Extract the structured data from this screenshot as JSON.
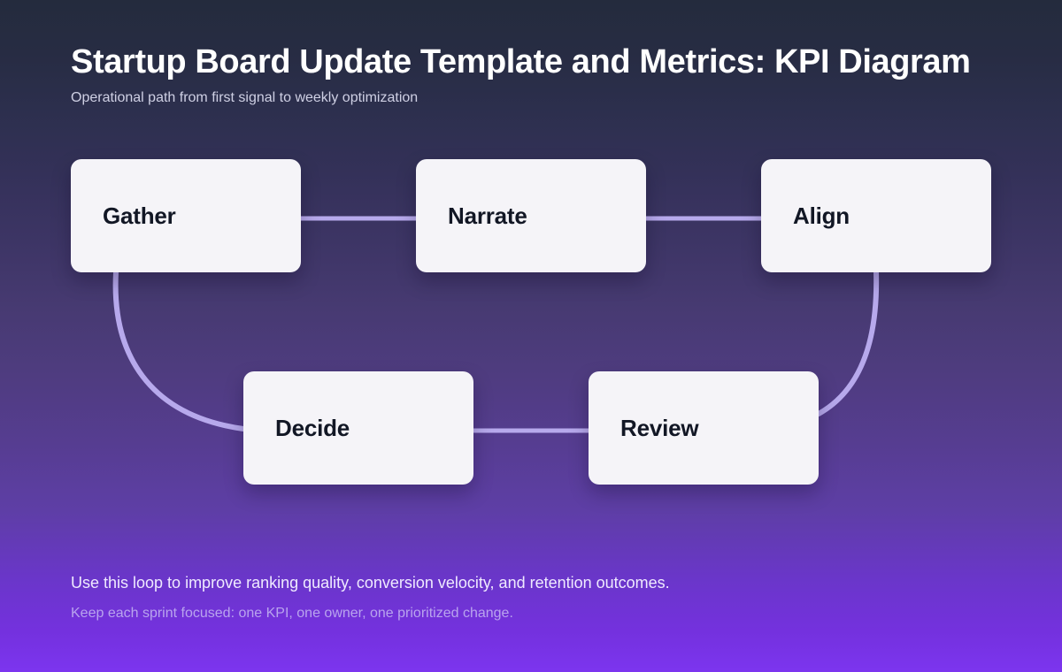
{
  "header": {
    "title": "Startup Board Update Template and Metrics: KPI Diagram",
    "subtitle": "Operational path from first signal to weekly optimization"
  },
  "diagram": {
    "type": "flow-loop",
    "edge_color": "#b7a9ec",
    "node_fill": "#f5f4f8",
    "node_text_color": "#121725",
    "nodes": [
      {
        "id": "gather",
        "label": "Gather"
      },
      {
        "id": "narrate",
        "label": "Narrate"
      },
      {
        "id": "align",
        "label": "Align"
      },
      {
        "id": "decide",
        "label": "Decide"
      },
      {
        "id": "review",
        "label": "Review"
      }
    ],
    "edges": [
      {
        "from": "gather",
        "to": "narrate",
        "style": "straight"
      },
      {
        "from": "narrate",
        "to": "align",
        "style": "straight"
      },
      {
        "from": "align",
        "to": "review",
        "style": "curved"
      },
      {
        "from": "review",
        "to": "decide",
        "style": "straight"
      },
      {
        "from": "decide",
        "to": "gather",
        "style": "curved"
      }
    ]
  },
  "footer": {
    "primary": "Use this loop to improve ranking quality, conversion velocity, and retention outcomes.",
    "secondary": "Keep each sprint focused: one KPI, one owner, one prioritized change."
  },
  "theme": {
    "background_top": "#242b3d",
    "background_bottom": "#7c35ef",
    "accent": "#b7a9ec"
  }
}
